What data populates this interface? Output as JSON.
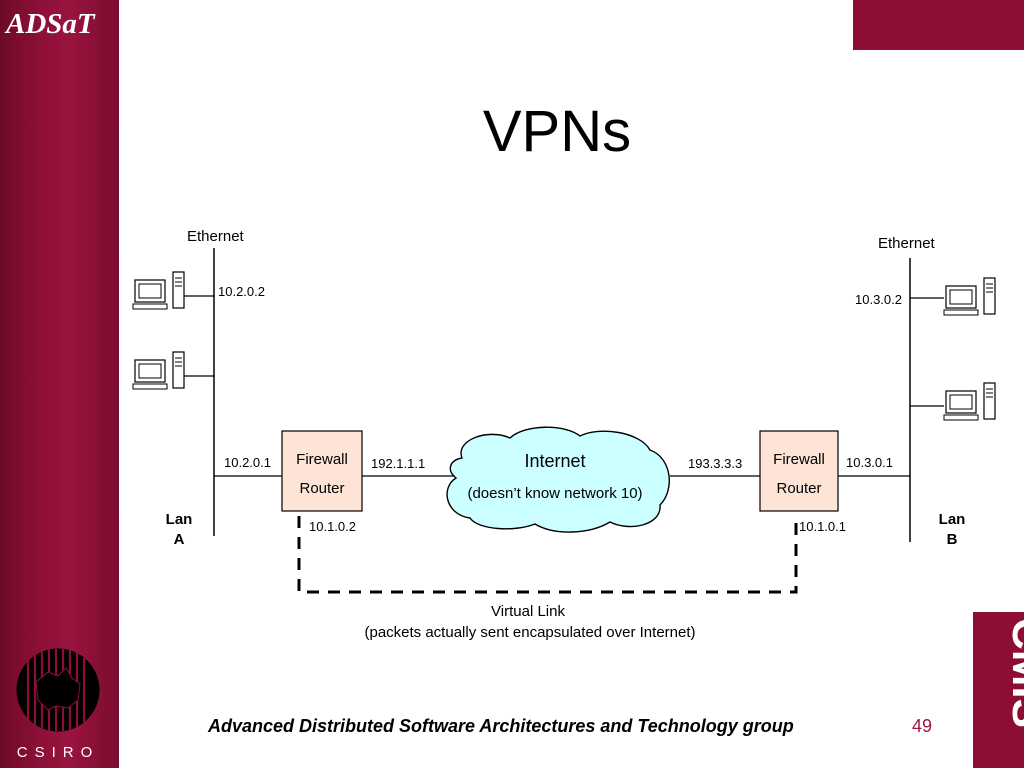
{
  "header": {
    "brand": "ADSaT",
    "title": "VPNs"
  },
  "diagram": {
    "left_lan": {
      "ethernet_label": "Ethernet",
      "host_ip": "10.2.0.2",
      "router_lan_ip": "10.2.0.1",
      "lan_label_line1": "Lan",
      "lan_label_line2": "A"
    },
    "right_lan": {
      "ethernet_label": "Ethernet",
      "host_ip": "10.3.0.2",
      "router_lan_ip": "10.3.0.1",
      "lan_label_line1": "Lan",
      "lan_label_line2": "B"
    },
    "left_router": {
      "line1": "Firewall",
      "line2": "Router",
      "wan_ip": "192.1.1.1",
      "virtual_ip": "10.1.0.2"
    },
    "right_router": {
      "line1": "Firewall",
      "line2": "Router",
      "wan_ip": "193.3.3.3",
      "virtual_ip": "10.1.0.1"
    },
    "internet": {
      "line1": "Internet",
      "line2": "(doesn’t know network 10)"
    },
    "virtual_link": {
      "line1": "Virtual Link",
      "line2": "(packets actually sent encapsulated over Internet)"
    }
  },
  "footer": {
    "group": "Advanced Distributed Software Architectures and Technology group",
    "page": "49",
    "csiro": "CSIRO",
    "cmis": "CMIS"
  },
  "colors": {
    "brand": "#8c0e34",
    "router_fill": "#fde4d6",
    "cloud_fill": "#ccffff",
    "page_number": "#a0144a"
  }
}
